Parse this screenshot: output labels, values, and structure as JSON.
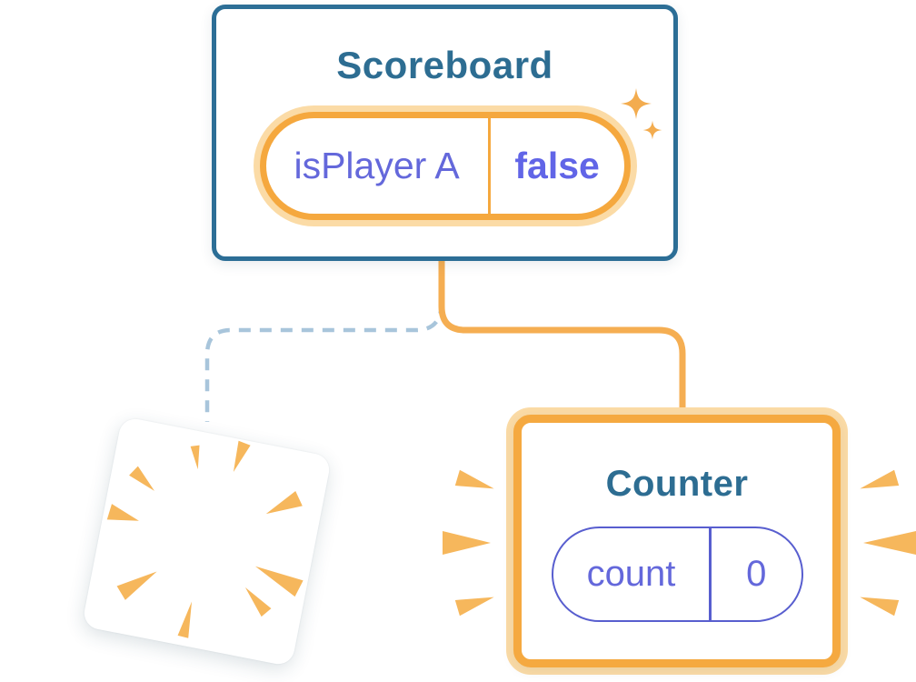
{
  "diagram": {
    "scoreboard": {
      "title": "Scoreboard",
      "state_pill": {
        "label": "isPlayer A",
        "value": "false"
      }
    },
    "counter": {
      "title": "Counter",
      "state_pill": {
        "label": "count",
        "value": "0"
      }
    },
    "connections": {
      "scoreboard_to_counter": "solid-orange",
      "scoreboard_to_removed_card": "dashed-blue"
    },
    "icons": {
      "sparkles": "sparkle-stars-icon",
      "poof": "poof-burst-icon",
      "emphasis": "emphasis-rays-icon"
    }
  },
  "palette": {
    "card_border_blue": "#2C6E96",
    "title_blue": "#2D6D92",
    "orange_border": "#F5A83E",
    "orange_glow": "#FBDBA6",
    "orange_connector": "#F5AE52",
    "orange_burst": "#F6B75C",
    "purple_text": "#6468DB",
    "purple_value_bold": "#6165E7",
    "purple_pill_border": "#585ECF",
    "dashed_line_blue": "#A8C5DB",
    "background": "#FFFFFF"
  }
}
